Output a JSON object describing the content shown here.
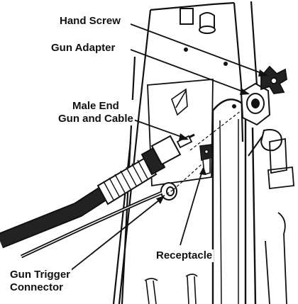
{
  "labels": {
    "hand_screw": "Hand Screw",
    "gun_adapter": "Gun Adapter",
    "male_end_line1": "Male End",
    "male_end_line2": "Gun and Cable",
    "receptacle": "Receptacle",
    "trigger_line1": "Gun Trigger",
    "trigger_line2": "Connector"
  },
  "colors": {
    "ink": "#111111",
    "paper": "#ffffff",
    "shade": "#222222"
  }
}
